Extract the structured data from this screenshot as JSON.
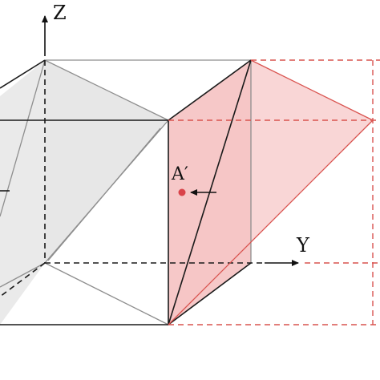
{
  "labels": {
    "z_axis": "Z",
    "y_axis": "Y",
    "point": "A′"
  },
  "colors": {
    "edge": "#1a1a1a",
    "gray_edge": "#8c8c8c",
    "gray_fill": "#e6e6e6",
    "red_edge": "#d9534f",
    "red_fill": "#f4b6b6",
    "point": "#d9434a"
  }
}
